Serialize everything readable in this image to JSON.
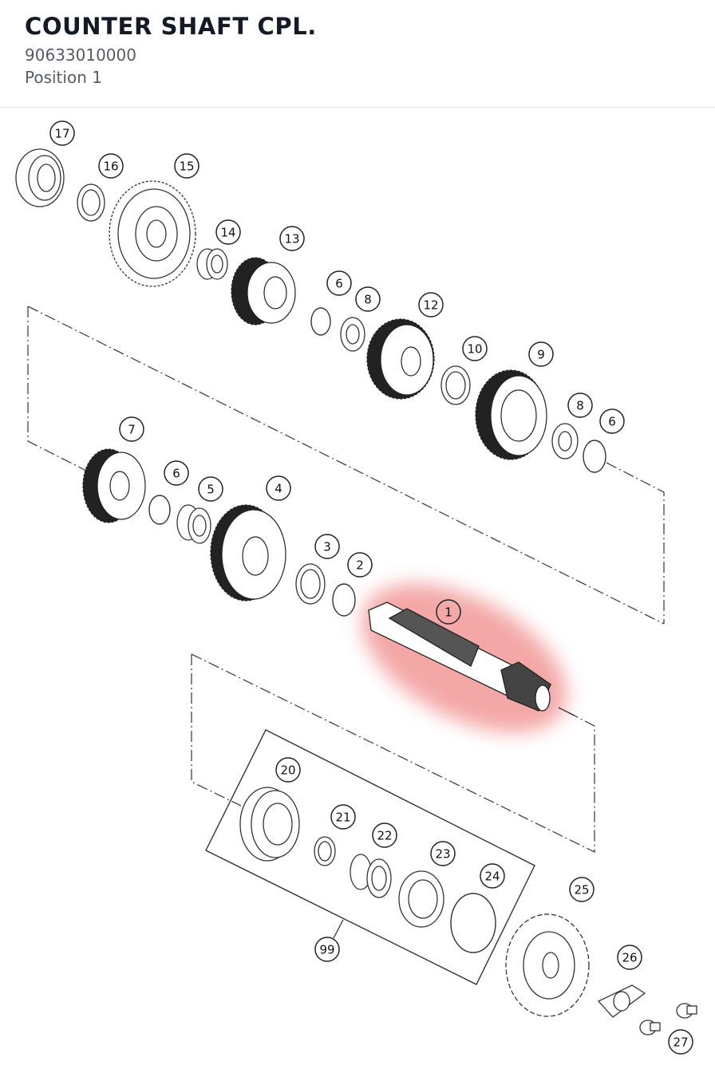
{
  "header": {
    "title": "COUNTER SHAFT CPL.",
    "part_number": "90633010000",
    "position": "Position 1"
  },
  "diagram": {
    "highlight_color": "#f08a8a",
    "highlighted_part": "1",
    "callouts": [
      "17",
      "16",
      "15",
      "14",
      "13",
      "6",
      "8",
      "12",
      "10",
      "9",
      "8",
      "6",
      "7",
      "6",
      "5",
      "4",
      "3",
      "2",
      "1",
      "20",
      "21",
      "22",
      "23",
      "24",
      "99",
      "25",
      "26",
      "27"
    ]
  }
}
